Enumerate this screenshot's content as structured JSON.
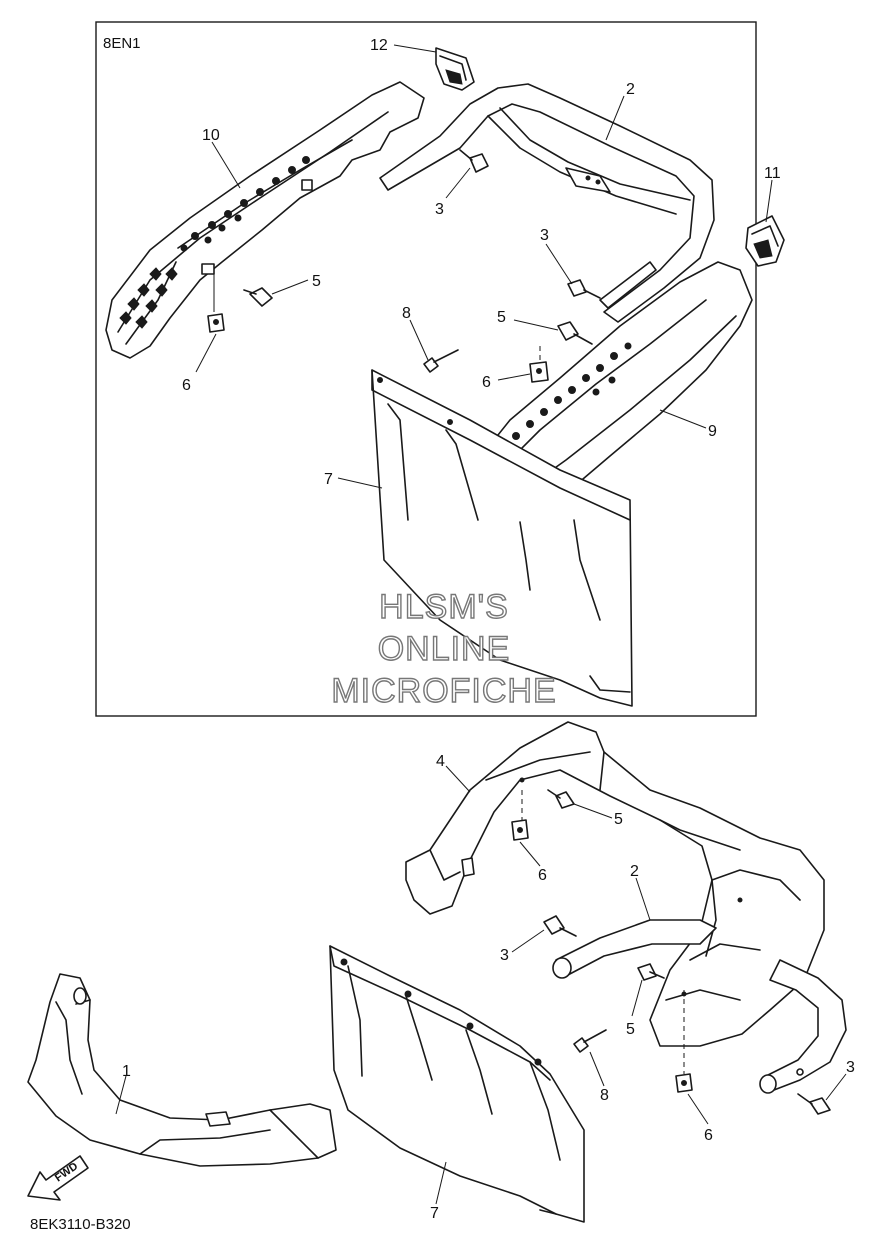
{
  "diagram": {
    "inset_model_code": "8EN1",
    "figure_code": "8EK3110-B320",
    "fwd_label": "FWD",
    "watermark": [
      "HLSM'S",
      "ONLINE",
      "MICROFICHE"
    ],
    "callouts": {
      "c1": "1",
      "c2a": "2",
      "c2b": "2",
      "c3a": "3",
      "c3b": "3",
      "c3c": "3",
      "c3d": "3",
      "c4": "4",
      "c5a": "5",
      "c5b": "5",
      "c5c": "5",
      "c5d": "5",
      "c6a": "6",
      "c6b": "6",
      "c6c": "6",
      "c6d": "6",
      "c7a": "7",
      "c7b": "7",
      "c8a": "8",
      "c8b": "8",
      "c9": "9",
      "c10": "10",
      "c11": "11",
      "c12": "12"
    }
  }
}
